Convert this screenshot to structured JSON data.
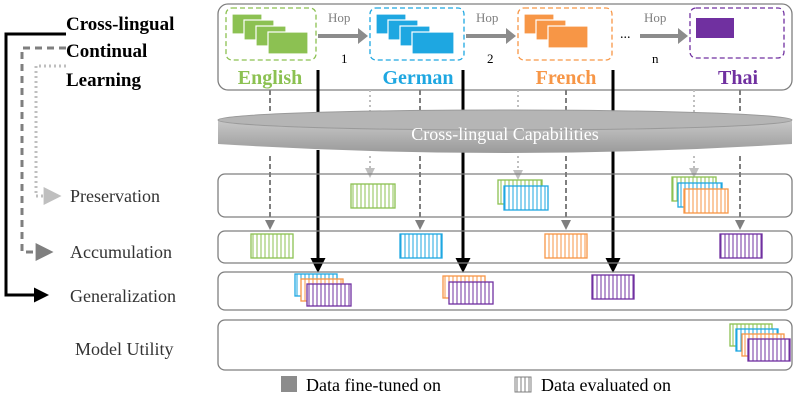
{
  "title": {
    "line1": "Cross-lingual",
    "line2": "Continual",
    "line3": "Learning"
  },
  "languages": [
    {
      "name": "English",
      "color": "#8cc152"
    },
    {
      "name": "German",
      "color": "#1ea7e1"
    },
    {
      "name": "French",
      "color": "#f79646"
    },
    {
      "name": "Thai",
      "color": "#7030a0"
    }
  ],
  "hops": [
    {
      "label": "Hop",
      "index": "1"
    },
    {
      "label": "Hop",
      "index": "2"
    },
    {
      "label": "Hop",
      "index": "n"
    }
  ],
  "ellipsis": "...",
  "capabilities_label": "Cross-lingual Capabilities",
  "rows": {
    "preservation": "Preservation",
    "accumulation": "Accumulation",
    "generalization": "Generalization",
    "utility": "Model Utility"
  },
  "legend": {
    "finetuned": "Data fine-tuned on",
    "evaluated": "Data evaluated on"
  },
  "colors": {
    "gray_arrow": "#8c8c8c",
    "light_gray": "#bfbfbf",
    "black": "#000000",
    "cylinder": "#a6a6a6"
  }
}
